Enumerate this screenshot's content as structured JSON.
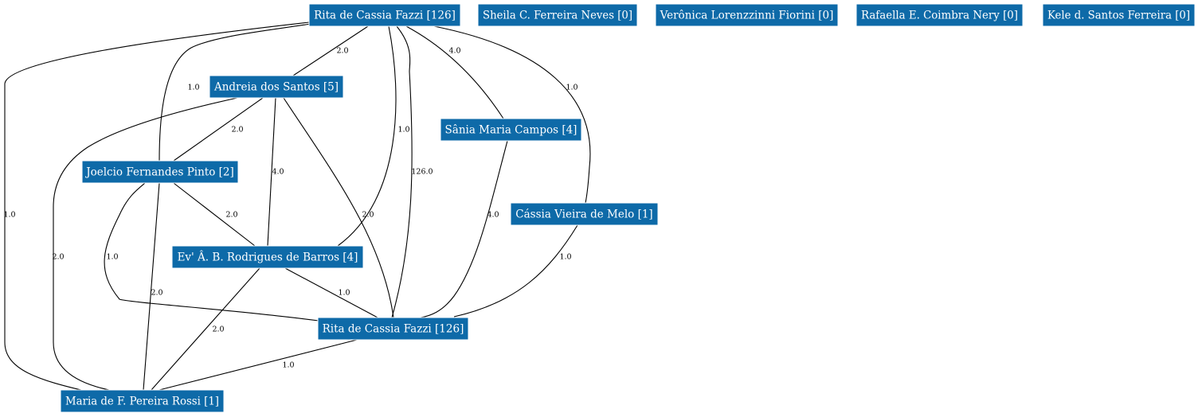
{
  "colors": {
    "node_fill": "#0e6aa8",
    "node_text": "#ffffff",
    "edge": "#000000",
    "background": "#ffffff"
  },
  "nodes": [
    {
      "id": "rita_top",
      "label": "Rita de Cassia Fazzi [126]"
    },
    {
      "id": "sheila",
      "label": "Sheila C. Ferreira Neves [0]"
    },
    {
      "id": "veronica",
      "label": "Verônica Lorenzzinni Fiorini [0]"
    },
    {
      "id": "rafaella",
      "label": "Rafaella E. Coimbra Nery [0]"
    },
    {
      "id": "kele",
      "label": "Kele d. Santos Ferreira [0]"
    },
    {
      "id": "andreia",
      "label": "Andreia dos Santos [5]"
    },
    {
      "id": "sania",
      "label": "Sânia Maria Campos [4]"
    },
    {
      "id": "joelcio",
      "label": "Joelcio Fernandes Pinto [2]"
    },
    {
      "id": "cassia",
      "label": "Cássia Vieira de Melo [1]"
    },
    {
      "id": "ev",
      "label": "Ev' Â. B. Rodrigues de Barros [4]"
    },
    {
      "id": "rita_bot",
      "label": "Rita de Cassia Fazzi [126]"
    },
    {
      "id": "maria",
      "label": "Maria de F. Pereira Rossi [1]"
    }
  ],
  "edges": [
    {
      "from": "rita_top",
      "to": "maria",
      "weight": "1.0"
    },
    {
      "from": "rita_top",
      "to": "joelcio",
      "weight": "1.0"
    },
    {
      "from": "rita_top",
      "to": "andreia",
      "weight": "2.0"
    },
    {
      "from": "rita_top",
      "to": "ev",
      "weight": "1.0"
    },
    {
      "from": "rita_top",
      "to": "rita_bot",
      "weight": "126.0"
    },
    {
      "from": "rita_top",
      "to": "sania",
      "weight": "4.0"
    },
    {
      "from": "rita_top",
      "to": "cassia",
      "weight": "1.0"
    },
    {
      "from": "andreia",
      "to": "joelcio",
      "weight": "2.0"
    },
    {
      "from": "andreia",
      "to": "maria",
      "weight": "2.0"
    },
    {
      "from": "andreia",
      "to": "ev",
      "weight": "4.0"
    },
    {
      "from": "andreia",
      "to": "rita_bot",
      "weight": "2.0"
    },
    {
      "from": "sania",
      "to": "rita_bot",
      "weight": "4.0"
    },
    {
      "from": "joelcio",
      "to": "ev",
      "weight": "2.0"
    },
    {
      "from": "joelcio",
      "to": "rita_bot",
      "weight": "1.0"
    },
    {
      "from": "joelcio",
      "to": "maria",
      "weight": "2.0"
    },
    {
      "from": "cassia",
      "to": "rita_bot",
      "weight": "1.0"
    },
    {
      "from": "ev",
      "to": "rita_bot",
      "weight": "1.0"
    },
    {
      "from": "ev",
      "to": "maria",
      "weight": "2.0"
    },
    {
      "from": "rita_bot",
      "to": "maria",
      "weight": "1.0"
    }
  ]
}
